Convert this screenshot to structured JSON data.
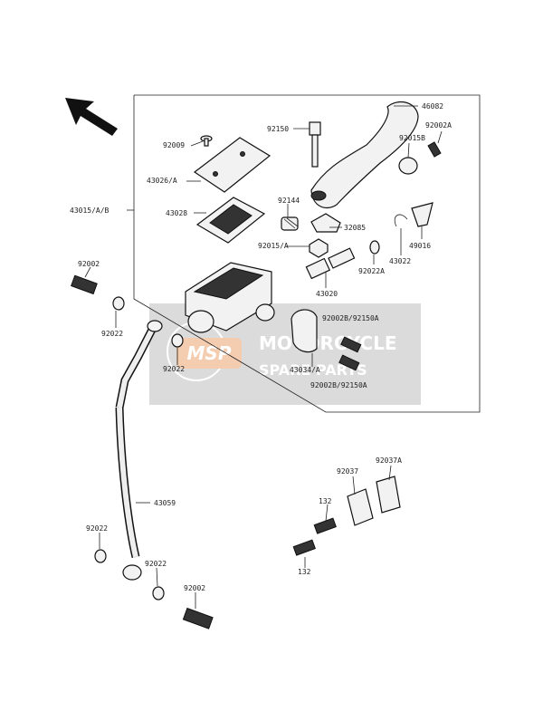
{
  "diagram": {
    "watermark": {
      "word1": "MOTORCYCLE",
      "word2": "SPARE PARTS",
      "logo": "MSP"
    },
    "labels": {
      "l46082": "46082",
      "l92150": "92150",
      "l92009": "92009",
      "l92002a": "92002A",
      "l92015b": "92015B",
      "l43026": "43026/A",
      "l43028": "43028",
      "l43015": "43015/A/B",
      "l92144": "92144",
      "l32085": "32085",
      "l92015a": "92015/A",
      "l49016": "49016",
      "l92022a": "92022A",
      "l43022": "43022",
      "l43020": "43020",
      "l92002_top": "92002",
      "l92022_1": "92022",
      "l92002b_1": "92002B/92150A",
      "l92022_2": "92022",
      "l43034": "43034/A",
      "l92002b_2": "92002B/92150A",
      "l92037a": "92037A",
      "l92037": "92037",
      "l43059": "43059",
      "l132_1": "132",
      "l92022_3": "92022",
      "l132_2": "132",
      "l92022_4": "92022",
      "l92002_bot": "92002"
    }
  }
}
